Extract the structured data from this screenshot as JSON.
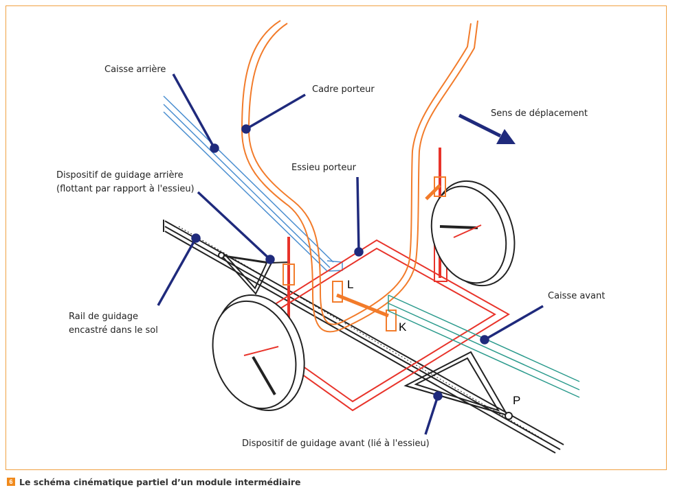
{
  "labels": {
    "caisse_arriere": "Caisse arrière",
    "cadre_porteur": "Cadre porteur",
    "sens_deplacement": "Sens de déplacement",
    "guidage_arriere_line1": "Dispositif de guidage arrière",
    "guidage_arriere_line2": "(flottant par rapport à l'essieu)",
    "essieu_porteur": "Essieu porteur",
    "caisse_avant": "Caisse avant",
    "rail_line1": "Rail de guidage",
    "rail_line2": "encastré dans le sol",
    "guidage_avant": "Dispositif de guidage avant (lié à l'essieu)"
  },
  "points": {
    "L": "L",
    "K": "K",
    "P": "P"
  },
  "caption": {
    "badge": "6",
    "text": "Le schéma cinématique partiel d’un module intermédiaire"
  },
  "colors": {
    "frame": "#f0a040",
    "orange": "#f27b2a",
    "red": "#e8332a",
    "blue": "#4a8ed0",
    "teal": "#2a9a8c",
    "navy": "#1f2a7c",
    "black": "#222222"
  }
}
